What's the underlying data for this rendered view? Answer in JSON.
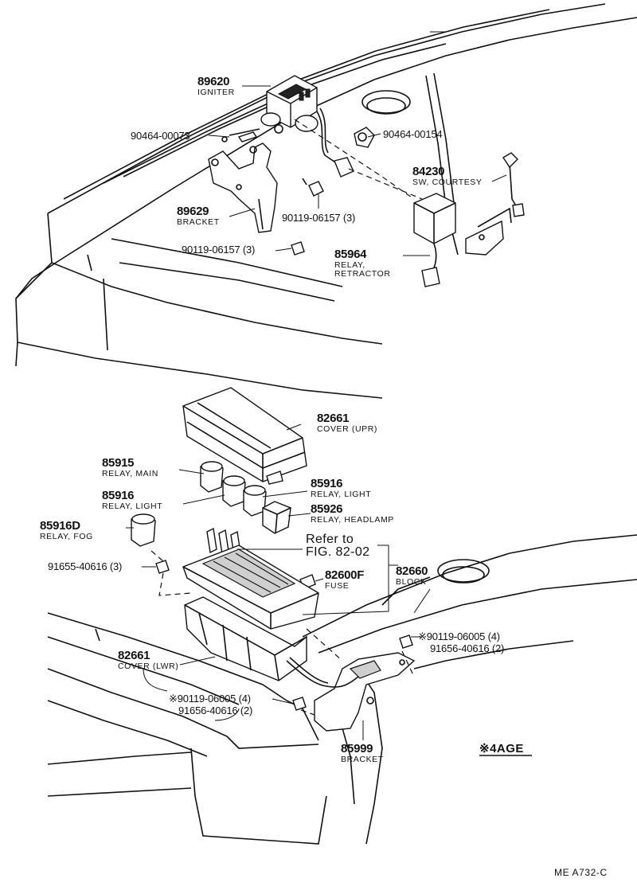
{
  "parts": {
    "igniter": {
      "number": "89620",
      "name": "IGNITER"
    },
    "screw_left": {
      "number": "90464-00073"
    },
    "screw_right": {
      "number": "90464-00154"
    },
    "bracket_upper": {
      "number": "89629",
      "name": "BRACKET"
    },
    "bolt_mid": {
      "number": "90119-06157 (3)"
    },
    "bolt_left": {
      "number": "90119-06157 (3)"
    },
    "courtesy_sw": {
      "number": "84230",
      "name": "SW, COURTESY"
    },
    "retractor_relay": {
      "number": "85964",
      "name": "RELAY,",
      "name2": "RETRACTOR"
    },
    "cover_upr": {
      "number": "82661",
      "name": "COVER (UPR)"
    },
    "relay_main": {
      "number": "85915",
      "name": "RELAY, MAIN"
    },
    "relay_light_left": {
      "number": "85916",
      "name": "RELAY, LIGHT"
    },
    "relay_light_right": {
      "number": "85916",
      "name": "RELAY, LIGHT"
    },
    "relay_headlamp": {
      "number": "85926",
      "name": "RELAY, HEADLAMP"
    },
    "relay_fog": {
      "number": "85916D",
      "name": "RELAY, FOG"
    },
    "bolt_block": {
      "number": "91655-40616 (3)"
    },
    "fuse": {
      "number": "82600F",
      "name": "FUSE"
    },
    "block": {
      "number": "82660",
      "name": "BLOCK"
    },
    "bolt_right_a": {
      "number": "※90119-06005 (4)"
    },
    "bolt_right_b": {
      "number": "91656-40616 (2)"
    },
    "cover_lwr": {
      "number": "82661",
      "name": "COVER (LWR)"
    },
    "bolt_lower_a": {
      "number": "※90119-06005 (4)"
    },
    "bolt_lower_b": {
      "number": "91656-40616 (2)"
    },
    "bracket_lower": {
      "number": "85999",
      "name": "BRACKET"
    }
  },
  "reference": {
    "line1": "Refer to",
    "line2": "FIG. 82-02"
  },
  "note": "※4AGE",
  "drawing_code": "ME  A732-C"
}
